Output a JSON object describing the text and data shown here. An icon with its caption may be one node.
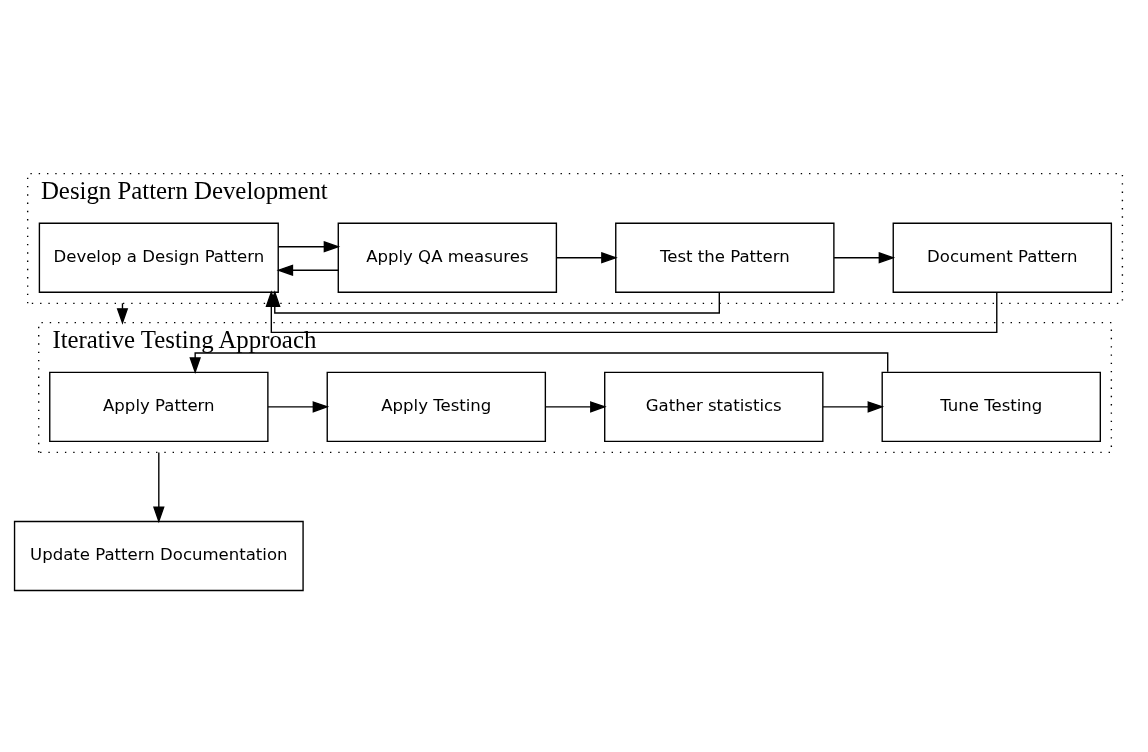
{
  "diagram": {
    "nodes": [
      {
        "text": [
          "Design Pattern Development"
        ]
      },
      {
        "text": [
          "Develop a Design Pattern"
        ],
        "in": 0
      },
      {
        "text": [
          "Apply QA measures"
        ],
        "in": 0
      },
      {
        "text": [
          "Test the Pattern"
        ],
        "in": 0
      },
      {
        "text": [
          "Document Pattern"
        ],
        "in": 0
      },
      {
        "text": [
          "Iterative Testing Approach"
        ]
      },
      {
        "text": [
          "Apply Pattern"
        ],
        "in": 5
      },
      {
        "text": [
          "Apply Testing"
        ],
        "in": 5
      },
      {
        "text": [
          "Gather statistics"
        ],
        "in": 5
      },
      {
        "text": [
          "Tune Testing"
        ],
        "in": 5
      },
      {
        "text": [
          "Update Pattern Documentation"
        ]
      }
    ],
    "edges": [
      {
        "from": 1,
        "to": 2,
        "arrow": "to"
      },
      {
        "from": 2,
        "to": 3,
        "arrow": "to"
      },
      {
        "from": 3,
        "to": 4,
        "arrow": "to"
      },
      {
        "from": 4,
        "to": 1,
        "arrow": "to"
      },
      {
        "from": 2,
        "to": 1,
        "arrow": "to"
      },
      {
        "from": 3,
        "to": 1,
        "arrow": "to"
      },
      {
        "from": 0,
        "to": 5,
        "arrow": "to"
      },
      {
        "from": 6,
        "to": 7,
        "arrow": "to"
      },
      {
        "from": 7,
        "to": 8,
        "arrow": "to"
      },
      {
        "from": 8,
        "to": 9,
        "arrow": "to"
      },
      {
        "from": 9,
        "to": 6,
        "arrow": "to"
      },
      {
        "from": 5,
        "to": 10,
        "arrow": "to"
      }
    ]
  }
}
